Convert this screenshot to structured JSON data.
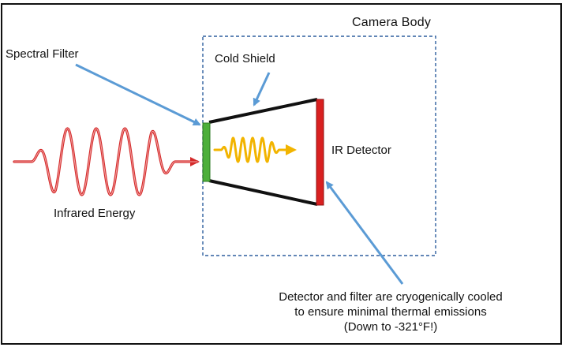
{
  "diagram": {
    "camera_body_label": "Camera Body",
    "spectral_filter_label": "Spectral Filter",
    "cold_shield_label": "Cold Shield",
    "ir_detector_label": "IR Detector",
    "infrared_energy_label": "Infrared Energy",
    "note_lines": [
      "Detector and filter are cryogenically cooled",
      "to ensure minimal thermal emissions",
      "(Down to -321°F!)"
    ]
  },
  "colors": {
    "infrared_wave": "#d42a2a",
    "filtered_wave": "#f2b400",
    "spectral_filter": "#4caf3a",
    "ir_detector": "#d92020",
    "pointer_arrow": "#5b9bd5",
    "camera_body_outline": "#2e5f9e",
    "cold_shield_lines": "#111111"
  }
}
